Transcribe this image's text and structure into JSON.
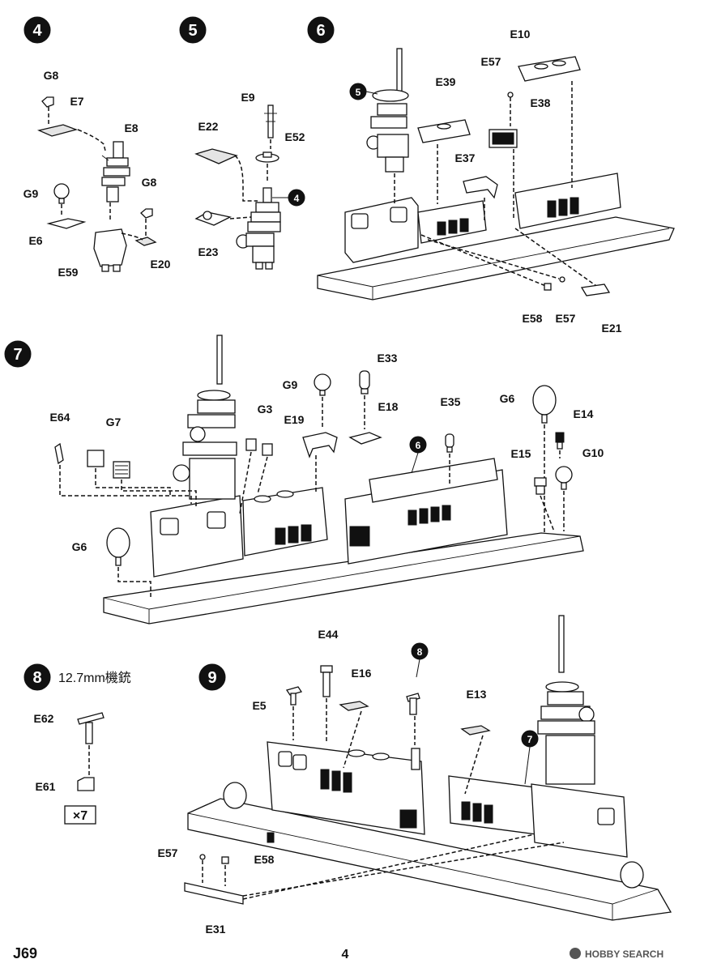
{
  "steps": {
    "s4": {
      "number": "4"
    },
    "s5": {
      "number": "5"
    },
    "s6": {
      "number": "6"
    },
    "s7": {
      "number": "7"
    },
    "s8": {
      "number": "8",
      "title": "12.7mm機銃",
      "multiplier": "×7"
    },
    "s9": {
      "number": "9"
    }
  },
  "refs": {
    "r5": "5",
    "r4": "4",
    "r6": "6",
    "r8": "8",
    "r7": "7"
  },
  "parts": {
    "s4": [
      "G8",
      "E7",
      "E8",
      "G9",
      "G8",
      "E6",
      "E59",
      "E20"
    ],
    "s5": [
      "E9",
      "E22",
      "E52",
      "E23"
    ],
    "s6": [
      "E10",
      "E57",
      "E39",
      "E38",
      "E37",
      "E58",
      "E57",
      "E21"
    ],
    "s7": [
      "E33",
      "G9",
      "G3",
      "E64",
      "G7",
      "E19",
      "E18",
      "E35",
      "G6",
      "E14",
      "E15",
      "G10",
      "G6"
    ],
    "s8": [
      "E62",
      "E61"
    ],
    "s9": [
      "E44",
      "E16",
      "E5",
      "E13",
      "E57",
      "E58",
      "E31"
    ]
  },
  "footer": {
    "code": "J69",
    "page": "4",
    "watermark": "HOBBY SEARCH"
  }
}
